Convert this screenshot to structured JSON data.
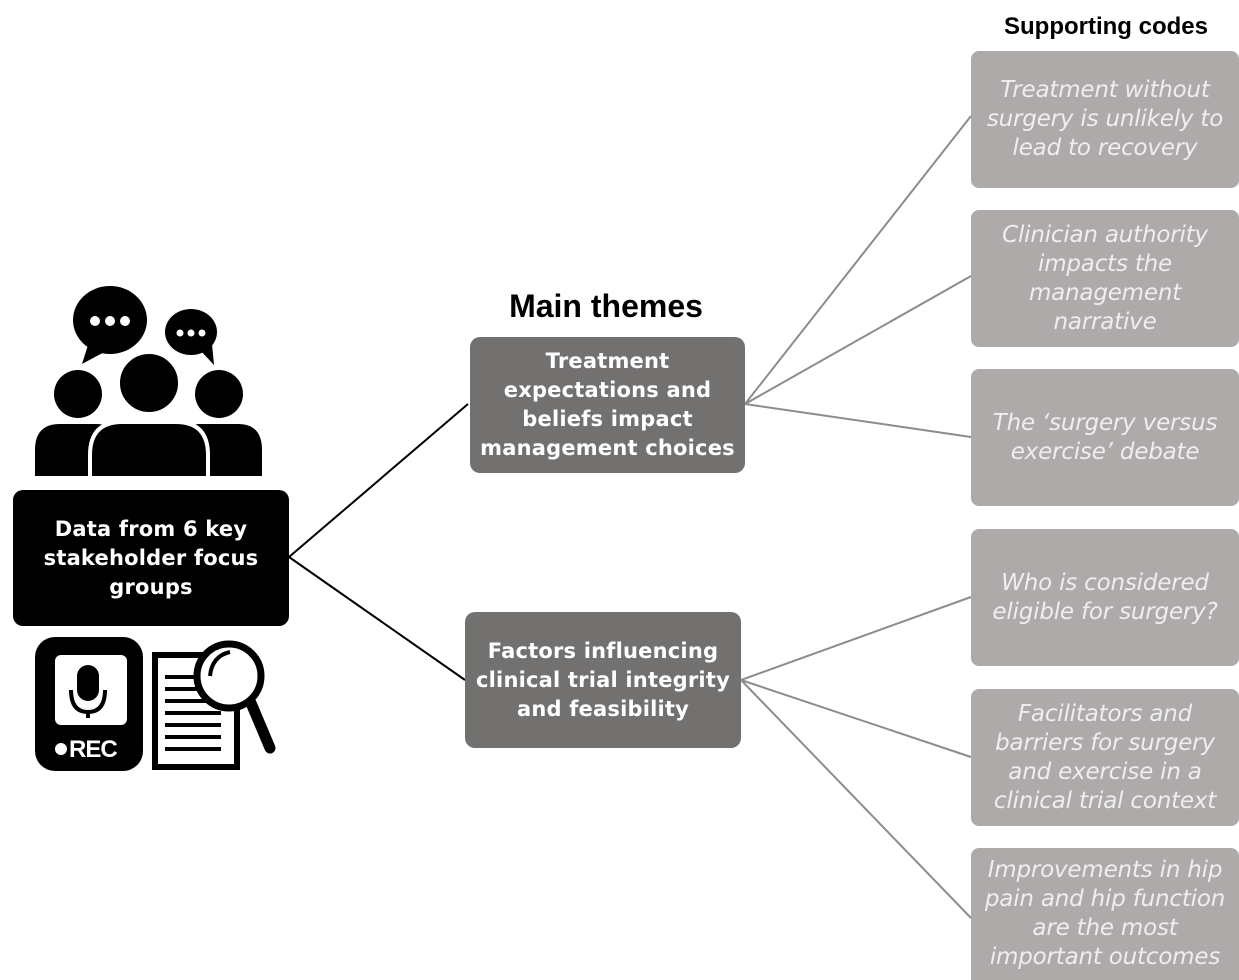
{
  "headings": {
    "main_themes": "Main themes",
    "supporting_codes": "Supporting codes"
  },
  "source": {
    "label": "Data from 6 key stakeholder focus groups",
    "rec_label": "REC",
    "icons": [
      "focus-group-people-icon",
      "audio-recorder-icon",
      "document-magnifier-icon"
    ]
  },
  "themes": [
    {
      "label": "Treatment expectations and beliefs impact management choices",
      "codes": [
        "Treatment without surgery is unlikely to lead to recovery",
        "Clinician authority impacts the management narrative",
        "The ‘surgery versus exercise’ debate"
      ]
    },
    {
      "label": "Factors influencing clinical trial integrity and feasibility",
      "codes": [
        "Who is considered eligible for surgery?",
        "Facilitators and barriers for surgery and exercise in a clinical trial context",
        "Improvements in hip pain and hip function are the most important outcomes"
      ]
    }
  ],
  "colors": {
    "source_box": "#000000",
    "theme_box": "#737070",
    "code_box": "#aeaaaa",
    "code_text": "#eeeeee",
    "connector_source": "#000000",
    "connector_theme": "#8c8c8c"
  }
}
